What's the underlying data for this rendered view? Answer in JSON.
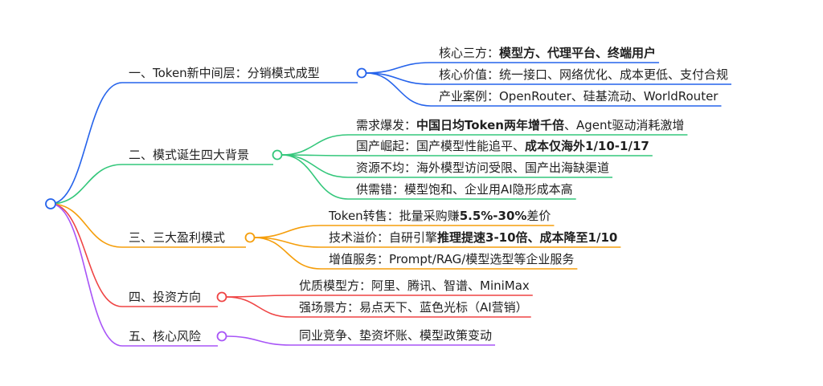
{
  "branches": [
    {
      "label": "一、Token新中间层：分销模式成型",
      "color": "#2563eb",
      "children": [
        {
          "text": "核心三方：",
          "bold": "模型方、代理平台、终端用户",
          "tail": ""
        },
        {
          "text": "核心价值：统一接口、网络优化、成本更低、支付合规",
          "bold": "",
          "tail": ""
        },
        {
          "text": "产业案例：OpenRouter、硅基流动、WorldRouter",
          "bold": "",
          "tail": ""
        }
      ]
    },
    {
      "label": "二、模式诞生四大背景",
      "color": "#34c77b",
      "children": [
        {
          "text": "需求爆发：",
          "bold": "中国日均Token两年增千倍",
          "tail": "、Agent驱动消耗激增"
        },
        {
          "text": "国产崛起：国产模型性能追平、",
          "bold": "成本仅海外1/10-1/17",
          "tail": ""
        },
        {
          "text": "资源不均：海外模型访问受限、国产出海缺渠道",
          "bold": "",
          "tail": ""
        },
        {
          "text": "供需错：模型饱和、企业用AI隐形成本高",
          "bold": "",
          "tail": ""
        }
      ]
    },
    {
      "label": "三、三大盈利模式",
      "color": "#f59e0b",
      "children": [
        {
          "text": "Token转售：批量采购赚",
          "bold": "5.5%-30%",
          "tail": "差价"
        },
        {
          "text": "技术溢价：自研引擎",
          "bold": "推理提速3-10倍、成本降至1/10",
          "tail": ""
        },
        {
          "text": "增值服务：Prompt/RAG/模型选型等企业服务",
          "bold": "",
          "tail": ""
        }
      ]
    },
    {
      "label": "四、投资方向",
      "color": "#ef4444",
      "children": [
        {
          "text": "优质模型方：阿里、腾讯、智谱、MiniMax",
          "bold": "",
          "tail": ""
        },
        {
          "text": "强场景方：易点天下、蓝色光标（AI营销）",
          "bold": "",
          "tail": ""
        }
      ]
    },
    {
      "label": "五、核心风险",
      "color": "#a855f7",
      "children": [
        {
          "text": "同业竞争、垫资坏账、模型政策变动",
          "bold": "",
          "tail": ""
        }
      ]
    }
  ],
  "root_color": "#2563eb"
}
